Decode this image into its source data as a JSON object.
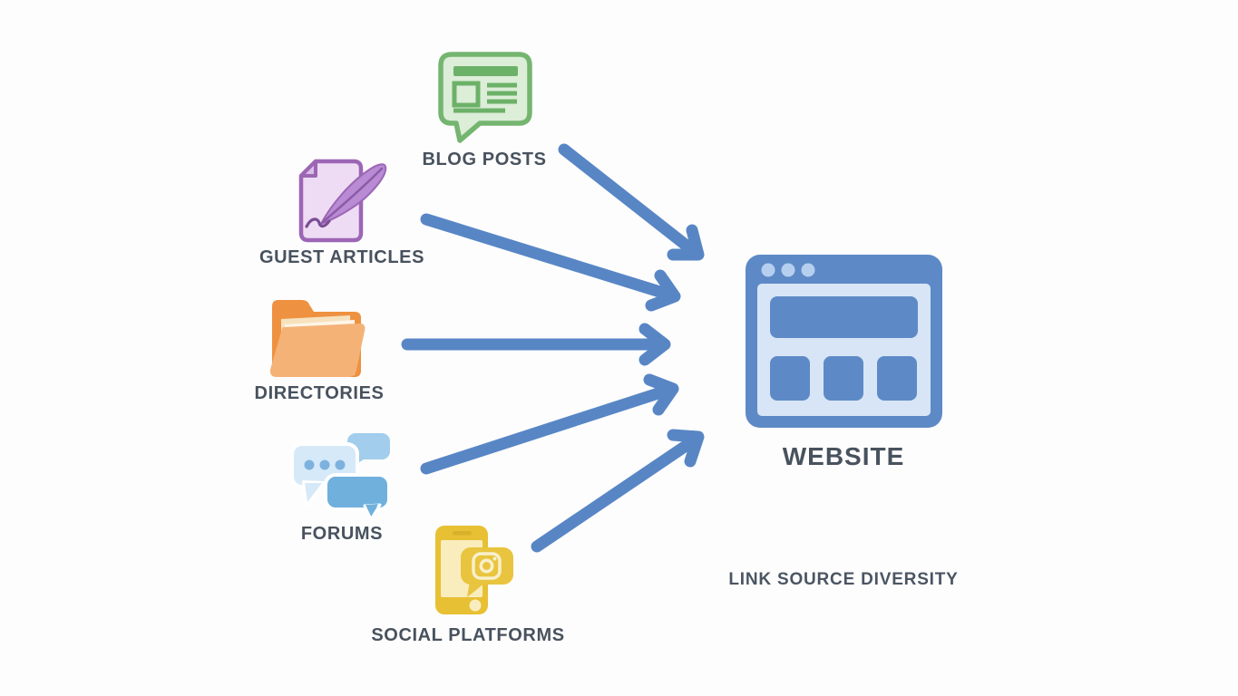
{
  "diagram": {
    "caption": "LINK SOURCE DIVERSITY",
    "target": {
      "id": "website",
      "label": "WEBSITE",
      "icon": "browser-window-icon",
      "color": "#5d8ac6"
    },
    "sources": [
      {
        "id": "blog-posts",
        "label": "BLOG POSTS",
        "icon": "article-speech-bubble-icon",
        "color": "#74b570"
      },
      {
        "id": "guest-articles",
        "label": "GUEST ARTICLES",
        "icon": "document-quill-icon",
        "color": "#9c66b5"
      },
      {
        "id": "directories",
        "label": "DIRECTORIES",
        "icon": "open-folder-icon",
        "color": "#ee9140"
      },
      {
        "id": "forums",
        "label": "FORUMS",
        "icon": "chat-bubbles-icon",
        "color": "#6fb0dd"
      },
      {
        "id": "social-platforms",
        "label": "SOCIAL PLATFORMS",
        "icon": "smartphone-social-icon",
        "color": "#e7c033"
      }
    ],
    "connections": [
      {
        "from": "blog-posts",
        "to": "website"
      },
      {
        "from": "guest-articles",
        "to": "website"
      },
      {
        "from": "directories",
        "to": "website"
      },
      {
        "from": "forums",
        "to": "website"
      },
      {
        "from": "social-platforms",
        "to": "website"
      }
    ],
    "colors": {
      "arrow": "#5886c5",
      "label_text": "#48525e",
      "background": "#fdfdfd"
    }
  }
}
